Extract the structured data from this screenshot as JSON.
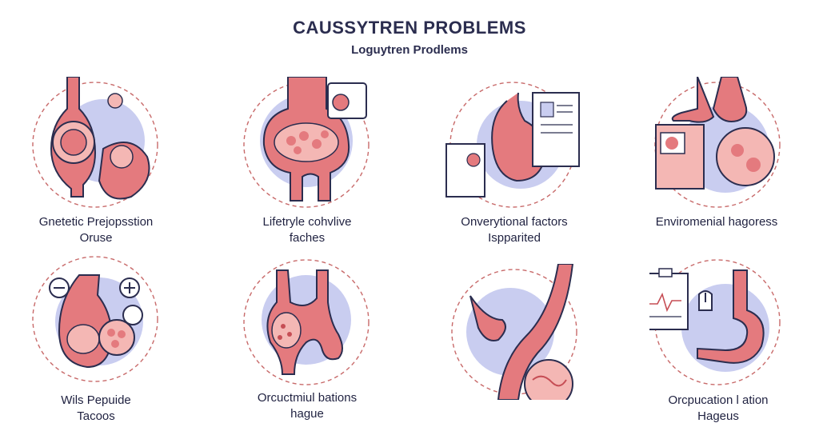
{
  "header": {
    "title": "CAUSSYTREN PROBLEMS",
    "subtitle": "Loguytren Prodlems"
  },
  "palette": {
    "ink": "#2b2d4f",
    "tissue": "#e47a7e",
    "tissue_light": "#f4b7b4",
    "circle_fill": "#c9cdf0",
    "dash": "#c86a6a"
  },
  "items": [
    {
      "line1": "Gnetetic Prejopsstion",
      "line2": "Oruse",
      "icon": "organ-genetic-icon"
    },
    {
      "line1": "Lifetryle cohvlive",
      "line2": "faches",
      "icon": "organ-lifestyle-icon"
    },
    {
      "line1": "Onverytional factors",
      "line2": "Ispparited",
      "icon": "organ-occupational-icon"
    },
    {
      "line1": "Enviromenial hagoress",
      "line2": "",
      "icon": "organ-environment-icon"
    },
    {
      "line1": "Wils Pepuide",
      "line2": "Tacoos",
      "icon": "organ-plus-minus-icon"
    },
    {
      "line1": "Orcuctmiul bations",
      "line2": "hague",
      "icon": "organ-obstruction-icon"
    },
    {
      "line1": "",
      "line2": "",
      "icon": "organ-cross-section-icon"
    },
    {
      "line1": "Orcpucation l ation",
      "line2": "Hageus",
      "icon": "organ-clipboard-icon"
    }
  ]
}
